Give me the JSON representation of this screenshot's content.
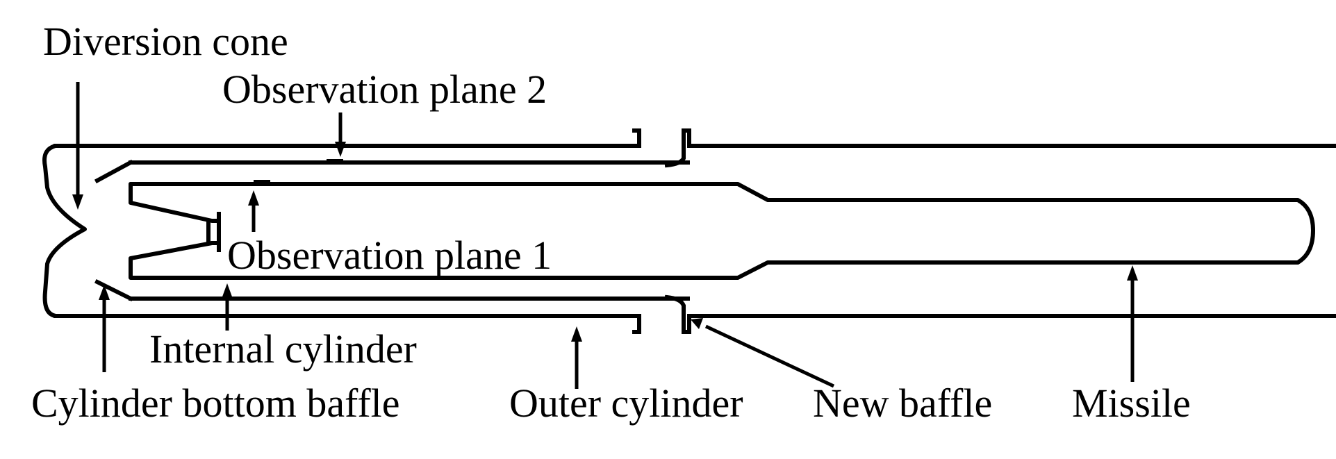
{
  "labels": {
    "diversion_cone": "Diversion cone",
    "observation_plane_2": "Observation plane 2",
    "observation_plane_1": "Observation plane 1",
    "internal_cylinder": "Internal cylinder",
    "cylinder_bottom_baffle": "Cylinder bottom baffle",
    "outer_cylinder": "Outer cylinder",
    "new_baffle": "New baffle",
    "missile": "Missile"
  },
  "colors": {
    "line": "#000000",
    "background": "#ffffff"
  }
}
